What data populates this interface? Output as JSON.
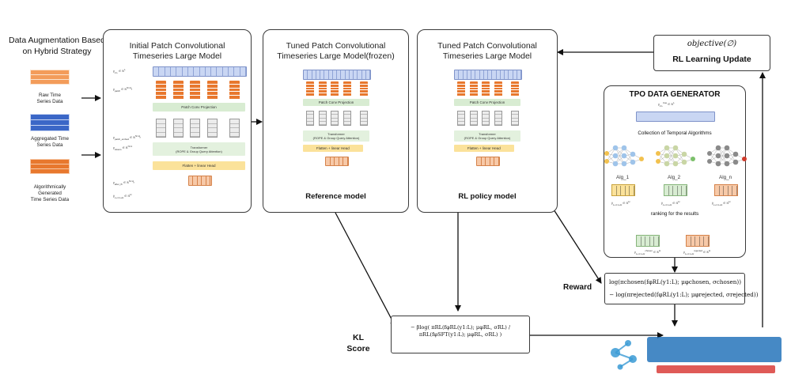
{
  "side": {
    "title_line1": "Data Augmentation Based",
    "title_line2": "on Hybrid Strategy",
    "inputs": [
      {
        "line1": "Raw Time",
        "line2": "Series Data",
        "line3": "",
        "color": "#f39c5a"
      },
      {
        "line1": "Aggregated Time",
        "line2": "Series Data",
        "line3": "",
        "color": "#3b67c7"
      },
      {
        "line1": "Algorithmically",
        "line2": "Generated",
        "line3": "Time Series Data",
        "color": "#e8782e"
      }
    ]
  },
  "panels": {
    "initial": {
      "title1": "Initial Patch Convolutional",
      "title2": "Timeseries Large Model"
    },
    "reference": {
      "title1": "Tuned Patch Convolutional",
      "title2": "Timeseries Large Model(frozen)",
      "label": "Reference model"
    },
    "policy": {
      "title1": "Tuned Patch Convolutional",
      "title2": "Timeseries Large Model",
      "label": "RL policy model"
    }
  },
  "inner": {
    "patch_conv": "Patch Conv Projection",
    "transformer_line1": "Transformer",
    "transformer_line2": "(ROPE & Group Query Attention)",
    "flatten": "Flatten + linear Head"
  },
  "rl_update": {
    "objective": "objective(∅)",
    "label": "RL Learning Update"
  },
  "tpo": {
    "title": "TPO DATA GENERATOR",
    "collection": "Collection of Temporal Algorithms",
    "algs": [
      "Alg_1",
      "Alg_2",
      "Alg_n"
    ],
    "ranking": "ranking for the results"
  },
  "labels": {
    "reward": "Reward",
    "kl1": "KL",
    "kl2": "Score"
  },
  "formulas": {
    "reward_line1": "log(πchosen(fφRL(y1:L); μφchosen, σchosen))",
    "reward_line2": "− log(πrejected(fφRL(y1:L); μφrejected, σrejected))",
    "kl": "− βlog( πRL(fφRL(y1:L); μφRL, σRL) / πRL(fφSFT(y1:L); μφRL, σRL) )"
  },
  "colors": {
    "orange": "#e8782e",
    "blue_bar": "#c9d6f3",
    "green": "#d8ecd2",
    "yellow": "#fbe29a",
    "blue": "#3b67c7",
    "peach": "#f39c5a",
    "lime": "#c8e29a"
  }
}
